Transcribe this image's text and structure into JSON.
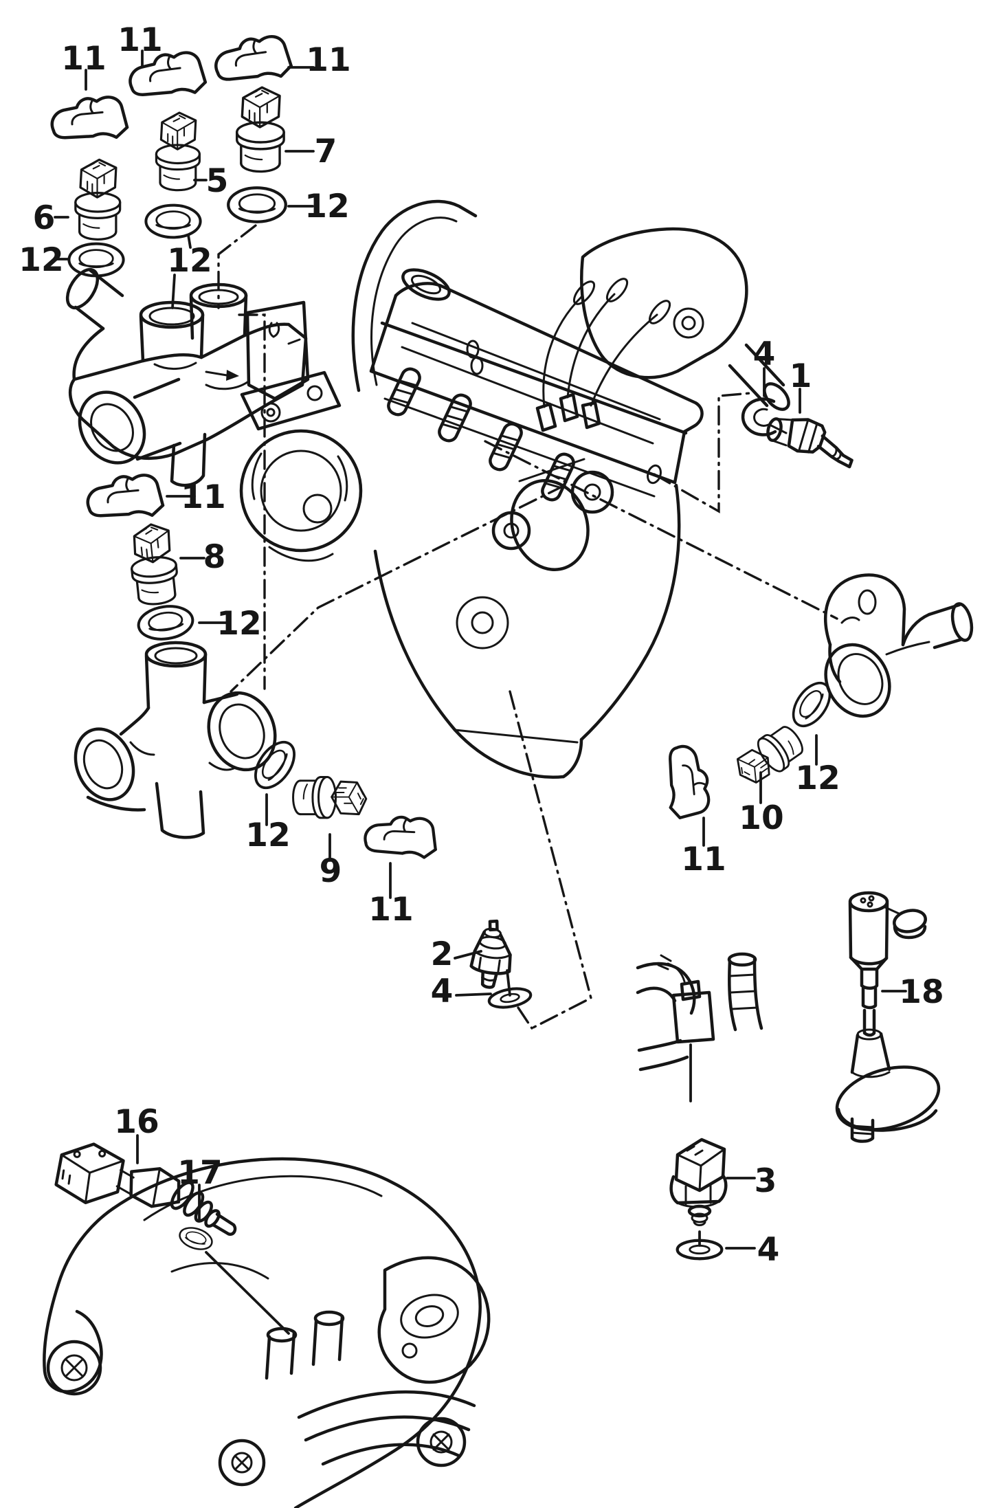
{
  "page": {
    "background": "#ffffff",
    "ink": "#161616"
  },
  "diagram": {
    "kind": "exploded-parts-diagram",
    "subject": "engine-switches-and-senders",
    "visible_part_numbers": [
      1,
      2,
      3,
      4,
      5,
      6,
      7,
      8,
      9,
      10,
      11,
      12,
      16,
      17,
      18
    ]
  },
  "callouts": [
    {
      "text": "11",
      "for": "retaining-clip"
    },
    {
      "text": "11",
      "for": "retaining-clip"
    },
    {
      "text": "11",
      "for": "retaining-clip"
    },
    {
      "text": "7",
      "for": "plug-in-sensor"
    },
    {
      "text": "5",
      "for": "plug-in-sensor"
    },
    {
      "text": "6",
      "for": "plug-in-sensor"
    },
    {
      "text": "12",
      "for": "o-ring-seal"
    },
    {
      "text": "12",
      "for": "o-ring-seal"
    },
    {
      "text": "12",
      "for": "o-ring-seal"
    },
    {
      "text": "11",
      "for": "retaining-clip"
    },
    {
      "text": "8",
      "for": "plug-in-sensor"
    },
    {
      "text": "12",
      "for": "o-ring-seal"
    },
    {
      "text": "12",
      "for": "o-ring-seal"
    },
    {
      "text": "9",
      "for": "plug-in-sensor"
    },
    {
      "text": "11",
      "for": "retaining-clip"
    },
    {
      "text": "4",
      "for": "seal-washer"
    },
    {
      "text": "1",
      "for": "oil-pressure-switch"
    },
    {
      "text": "12",
      "for": "o-ring-seal"
    },
    {
      "text": "10",
      "for": "plug-in-sensor"
    },
    {
      "text": "11",
      "for": "retaining-clip"
    },
    {
      "text": "2",
      "for": "oil-pressure-switch"
    },
    {
      "text": "4",
      "for": "seal-washer"
    },
    {
      "text": "3",
      "for": "plug-in-sensor"
    },
    {
      "text": "4",
      "for": "seal-washer"
    },
    {
      "text": "18",
      "for": "oil-level-sender"
    },
    {
      "text": "16",
      "for": "switch"
    },
    {
      "text": "17",
      "for": "o-ring-seal"
    }
  ]
}
